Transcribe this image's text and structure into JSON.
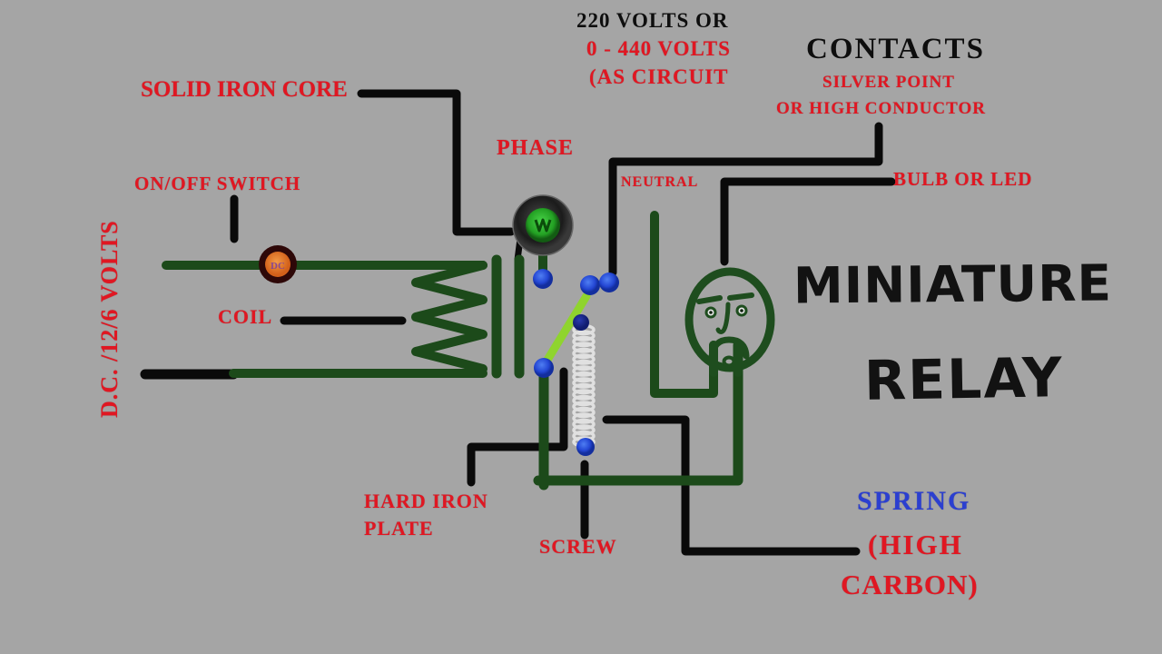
{
  "background_color": "#a5a5a5",
  "palette": {
    "red_label": "#e01722",
    "black_label": "#0e0e0e",
    "blue_label": "#2b3fd0",
    "wire_black": "#0a0a0a",
    "wire_dark_green": "#1c4a1a",
    "armature_bright_green": "#8fd42e",
    "contact_blue": "#2447d4",
    "switch_orange": "#e8762a",
    "led_green": "#3ec43e",
    "spring_gray": "#e0e0e0"
  },
  "labels": {
    "supply_line1": "220 VOLTS OR",
    "supply_line2": "0 - 440 VOLTS",
    "supply_line3": "(AS CIRCUIT",
    "contacts_title": "CONTACTS",
    "contacts_sub1": "SILVER POINT",
    "contacts_sub2": "OR HIGH CONDUCTOR",
    "solid_iron_core": "SOLID IRON CORE",
    "phase": "PHASE",
    "on_off_switch": "ON/OFF SWITCH",
    "neutral": "NEUTRAL",
    "bulb_or_led": "BULB OR LED",
    "dc_volts": "D.C. /12/6 VOLTS",
    "coil": "COIL",
    "title_line1": "MINIATURE",
    "title_line2": "RELAY",
    "spring": "SPRING",
    "spring_line2": "(HIGH",
    "spring_line3": "CARBON)",
    "hard_iron_line1": "HARD IRON",
    "hard_iron_line2": "PLATE",
    "screw": "SCREW",
    "switch_glyph": "DC"
  }
}
